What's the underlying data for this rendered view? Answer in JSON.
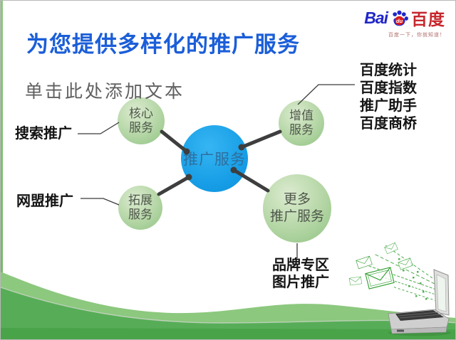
{
  "header": {
    "title": "为您提供多样化的推广服务"
  },
  "logo": {
    "bai": "Bai",
    "du": "du",
    "chinese": "百度",
    "slogan": "百度一下，你就知道！"
  },
  "placeholder": {
    "text": "单击此处添加文本"
  },
  "diagram": {
    "center": {
      "label": "推广服务"
    },
    "nodes": [
      {
        "id": "core",
        "line1": "核心",
        "line2": "服务"
      },
      {
        "id": "value",
        "line1": "增值",
        "line2": "服务"
      },
      {
        "id": "expand",
        "line1": "拓展",
        "line2": "服务"
      },
      {
        "id": "more",
        "line1": "更多",
        "line2": "推广服务"
      }
    ],
    "labels": {
      "search": "搜索推广",
      "network": "网盟推广",
      "value_list": [
        "百度统计",
        "百度指数",
        "推广助手",
        "百度商桥"
      ],
      "more_list": [
        "品牌专区",
        "图片推广"
      ]
    }
  },
  "colors": {
    "title_blue": "#1b5ed8",
    "center_circle_blue": "#169de6",
    "center_text_blue": "#2f6f9f",
    "node_green": "#b4d6a5",
    "connector_dark": "#3e3e3e",
    "wave_light_green": "#8cc87e",
    "wave_mid_green": "#5bb05b",
    "wave_dark_green": "#49a449",
    "logo_blue": "#2126c8",
    "logo_red": "#c6272c"
  }
}
